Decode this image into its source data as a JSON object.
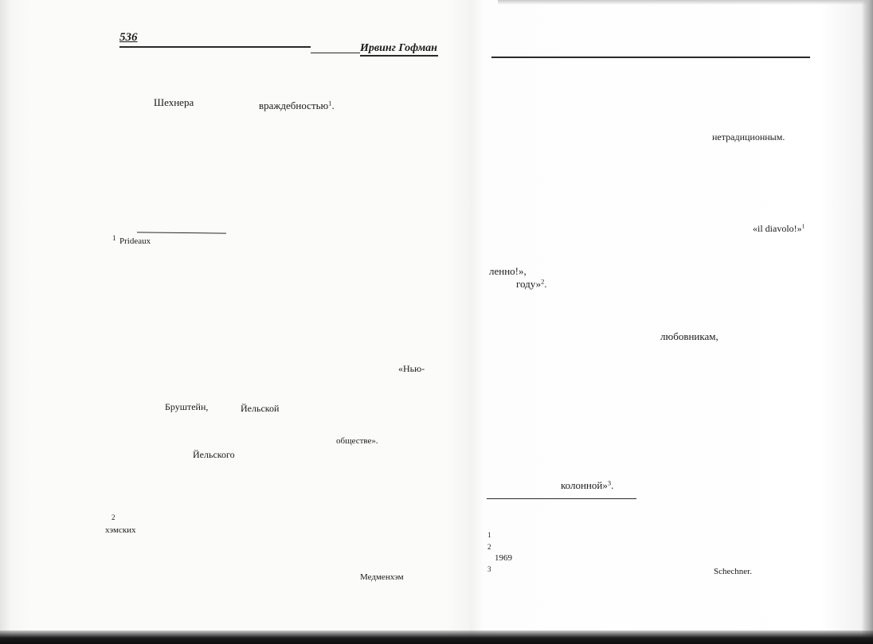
{
  "left_page": {
    "page_number": "536",
    "running_head": "Ирвинг Гофман",
    "words": {
      "shekhnera": "Шехнера",
      "vrazhdebnostyu": "враждебностью",
      "vrazhdebnostyu_sup": "1",
      "footnote1_marker": "1",
      "footnote1_text": "Prideaux",
      "nyu": "«Нью-",
      "brushtein": "Бруштейн,",
      "yelskoy": "Йельской",
      "obshchestve": "обществе».",
      "yelskogo": "Йельского",
      "footnote2_marker": "2",
      "khemskikh": "хэмских",
      "medmenkhem": "Медменхэм"
    }
  },
  "right_page": {
    "words": {
      "netraditsionnym": "нетрадиционным.",
      "il_diavolo": "«il diavolo!»",
      "il_diavolo_sup": "1",
      "lenno": "ленно!»,",
      "godu": "году»",
      "godu_sup": "2",
      "lyubovnikam": "любовникам,",
      "kolonnoy": "колонной»",
      "kolonnoy_sup": "3",
      "fn_marker_1": "1",
      "fn_marker_2": "2",
      "year_1969": "1969",
      "fn_marker_3": "3",
      "schechner": "Schechner."
    }
  }
}
